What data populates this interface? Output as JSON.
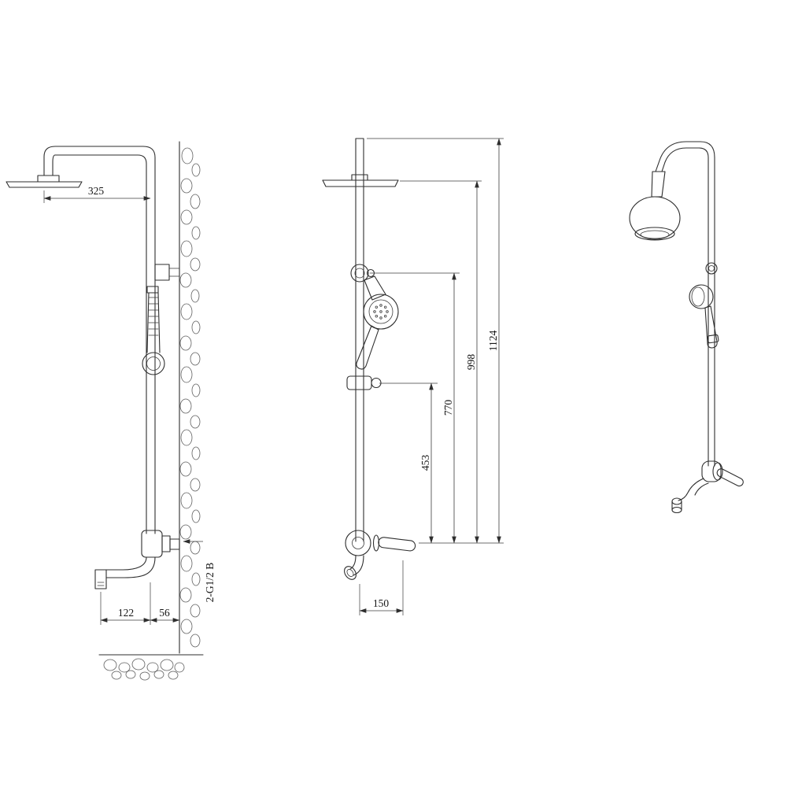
{
  "dimensions": {
    "head_offset": "325",
    "spout_reach": "122",
    "wall_gap": "56",
    "connection_thread": "2-G1/2 B",
    "lever_length": "150",
    "height_453": "453",
    "height_770": "770",
    "height_998": "998",
    "height_1124": "1124"
  }
}
